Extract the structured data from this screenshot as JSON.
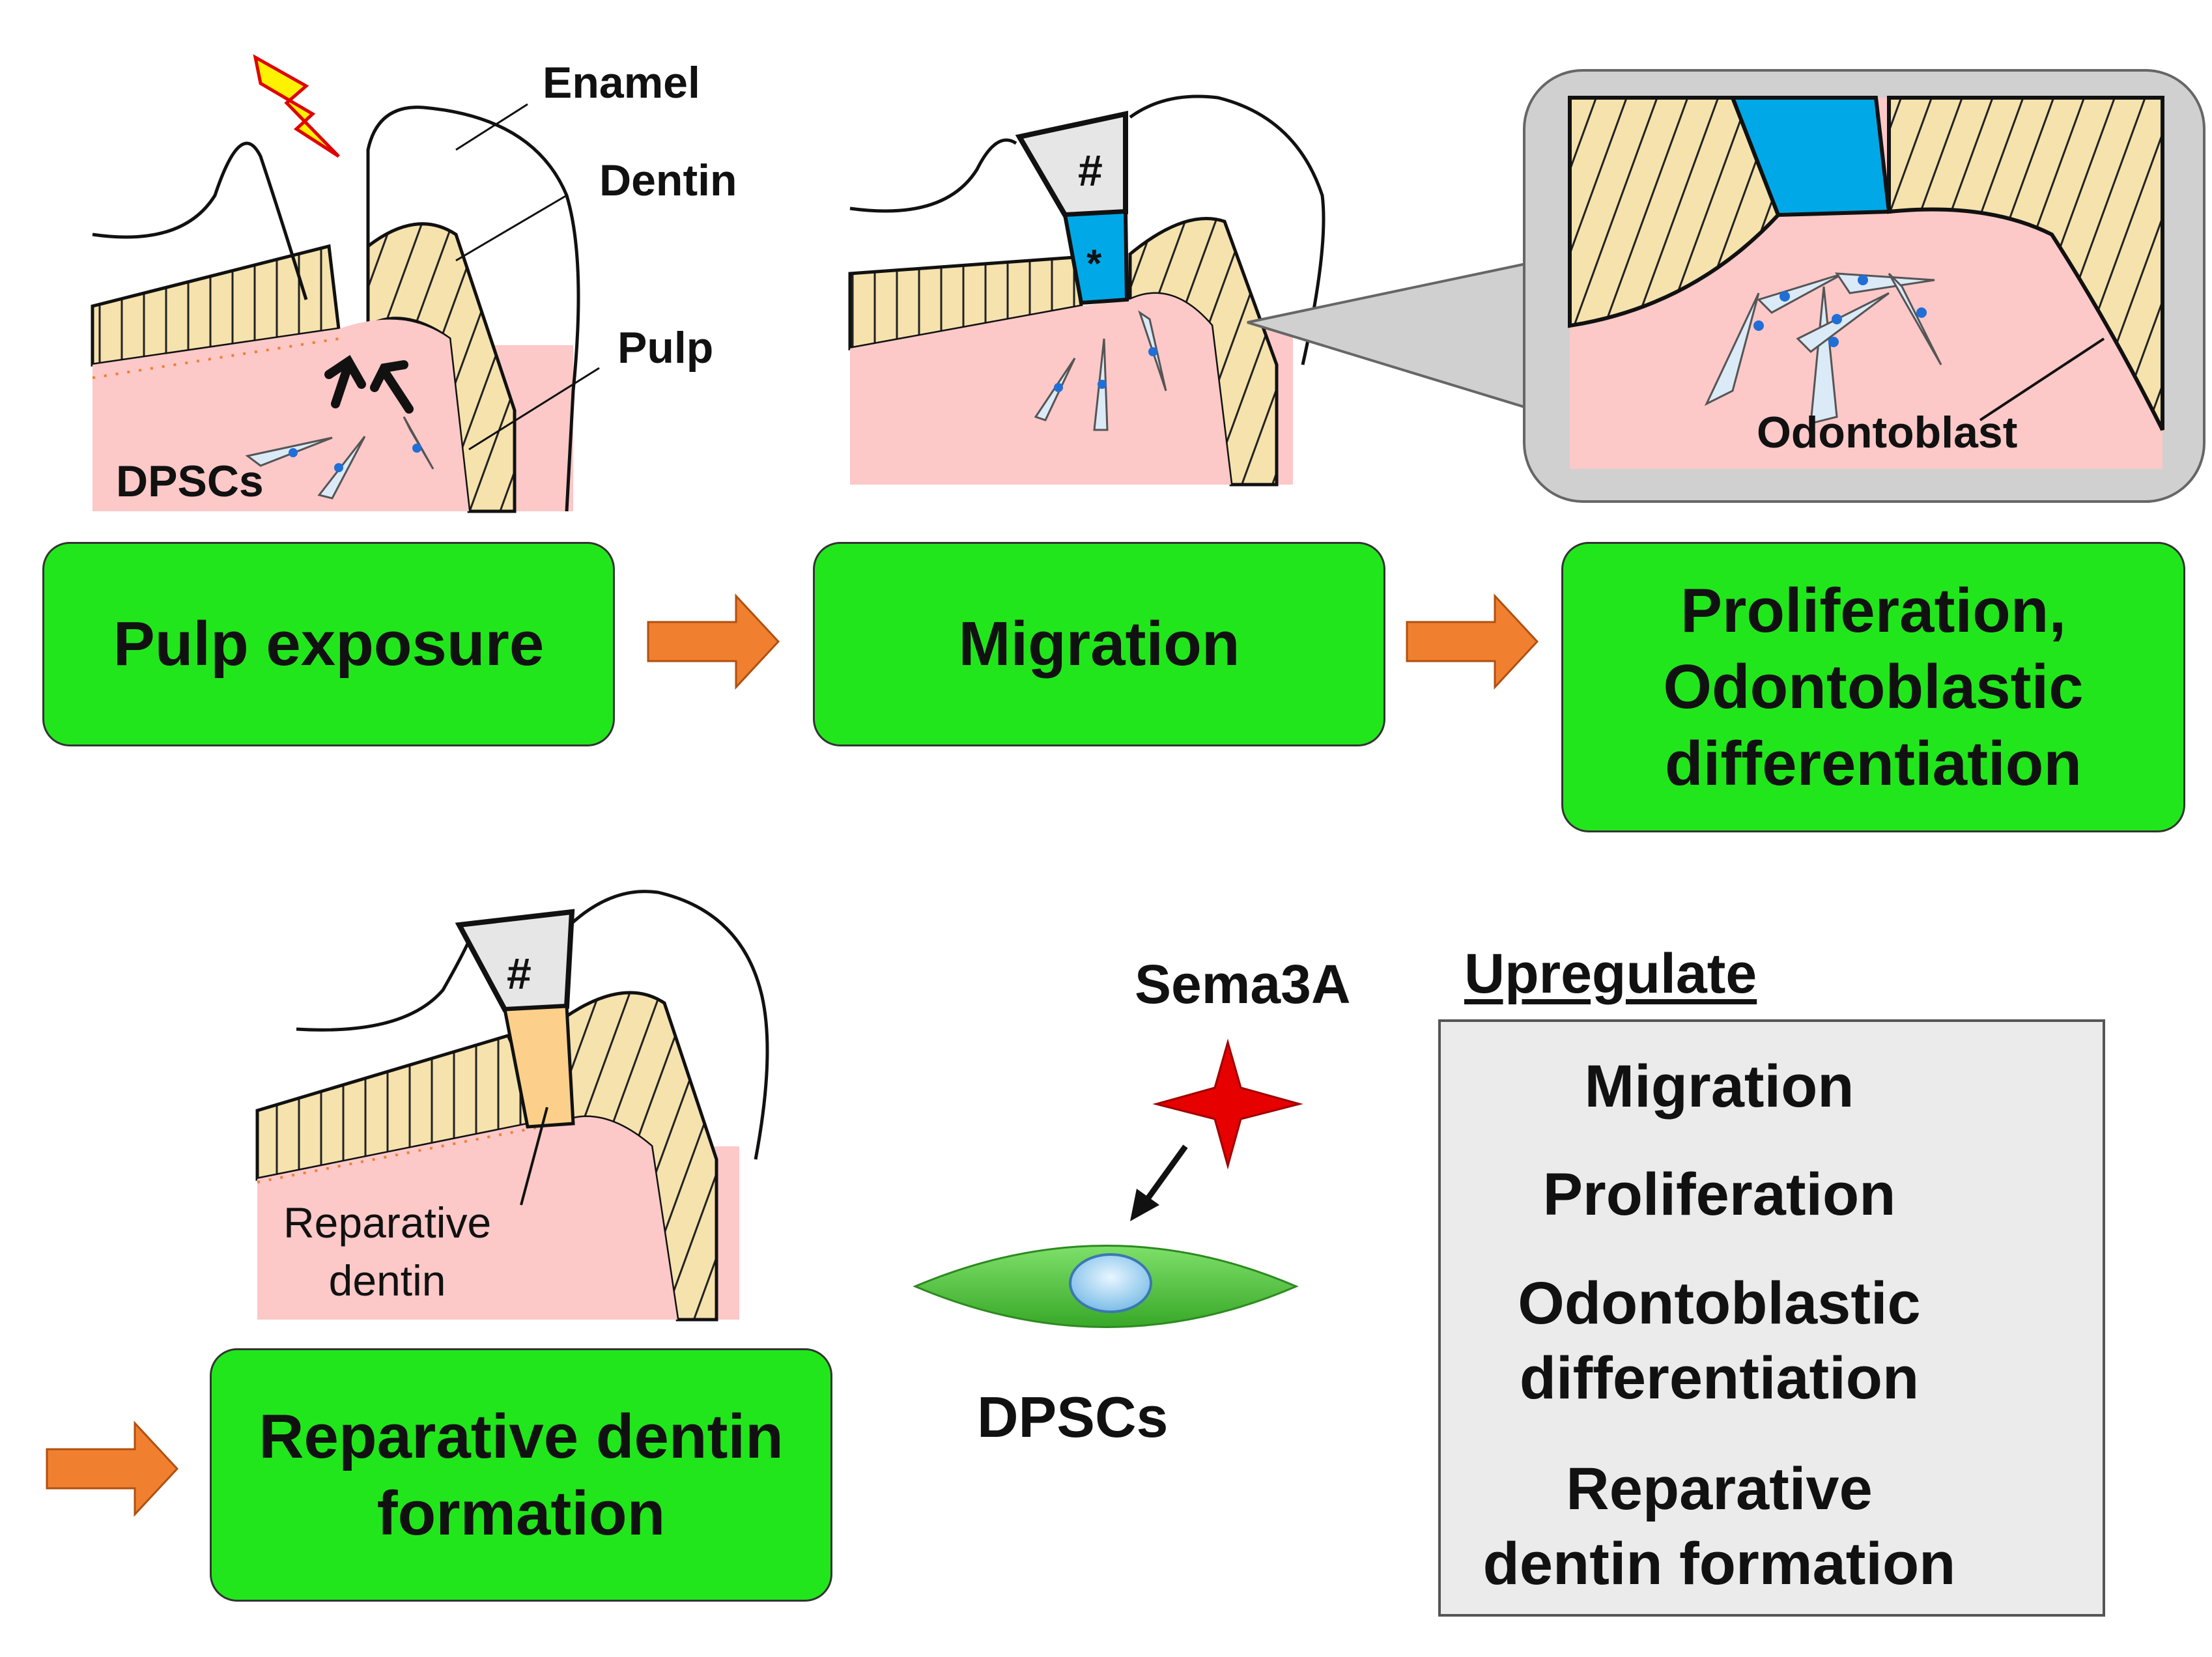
{
  "labels": {
    "enamel": "Enamel",
    "dentin": "Dentin",
    "pulp": "Pulp",
    "dpscs_small": "DPSCs",
    "odontoblast": "Odontoblast",
    "hash1": "#",
    "star": "*",
    "hash2": "#",
    "reparative_dentin": [
      "Reparative",
      "dentin"
    ],
    "sema3a": "Sema3A",
    "dpscs": "DPSCs"
  },
  "stages": {
    "pulp_exposure": [
      "Pulp exposure"
    ],
    "migration": [
      "Migration"
    ],
    "proliferation": [
      "Proliferation,",
      "Odontoblastic",
      "differentiation"
    ],
    "reparative": [
      "Reparative dentin",
      "formation"
    ]
  },
  "upregulate": {
    "title": "Upregulate",
    "items": [
      [
        "Migration"
      ],
      [
        "Proliferation"
      ],
      [
        "Odontoblastic",
        "differentiation"
      ],
      [
        "Reparative",
        "dentin formation"
      ]
    ]
  },
  "colors": {
    "stage_green": "#22e61c",
    "pulp_pink": "#fcc8c8",
    "dentin_tan": "#f5e2ad",
    "filling_blue": "#00a8e8",
    "orange_arrow": "#f08030",
    "up_arrow_red": "#e60000"
  }
}
